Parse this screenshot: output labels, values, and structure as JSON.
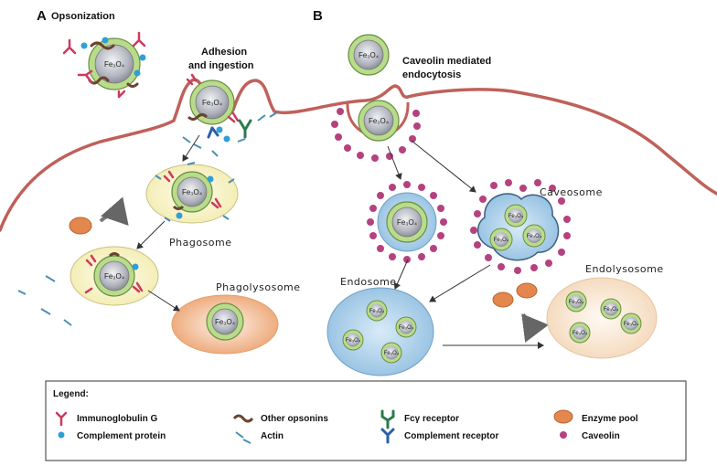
{
  "labels": {
    "panel_a": "A",
    "panel_b": "B",
    "opsonization": "Opsonization",
    "adhesion_line1": "Adhesion",
    "adhesion_line2": "and ingestion",
    "caveolin_line1": "Caveolin mediated",
    "caveolin_line2": "endocytosis",
    "phagosome": "Phagosome",
    "phagolysosome": "Phagolysosome",
    "caveosome": "Caveosome",
    "endosome": "Endosome",
    "endolysosome": "Endolysosome",
    "fe3o4": "Fe₃O₄"
  },
  "legend": {
    "title": "Legend:",
    "items": [
      {
        "label": "Immunoglobulin G",
        "icon": "igg-icon"
      },
      {
        "label": "Complement protein",
        "icon": "complement-protein-icon"
      },
      {
        "label": "Other opsonins",
        "icon": "opsonin-icon"
      },
      {
        "label": "Actin",
        "icon": "actin-icon"
      },
      {
        "label": "Fcγ receptor",
        "icon": "fc-receptor-icon"
      },
      {
        "label": "Complement receptor",
        "icon": "complement-receptor-icon"
      },
      {
        "label": "Enzyme pool",
        "icon": "enzyme-pool-icon"
      },
      {
        "label": "Caveolin",
        "icon": "caveolin-icon"
      }
    ]
  },
  "colors": {
    "membrane": "#c0605a",
    "nanoparticle_shell": "#b9dc8a",
    "nanoparticle_core": "#a6a9b3",
    "phagosome_fill": "#f7f3c6",
    "phagolysosome_fill": "#f2b98f",
    "endosome_fill": "#a9cde6",
    "endolysosome_fill": "#f6e2cc",
    "caveolin": "#b5427f",
    "enzyme": "#e3874e",
    "igg": "#cc3a5e",
    "complement_protein": "#2f9fd8",
    "opsonin": "#6b4330",
    "actin": "#4a8fb3",
    "fc_receptor": "#2c7a4e",
    "complement_receptor": "#2a5ea8"
  }
}
